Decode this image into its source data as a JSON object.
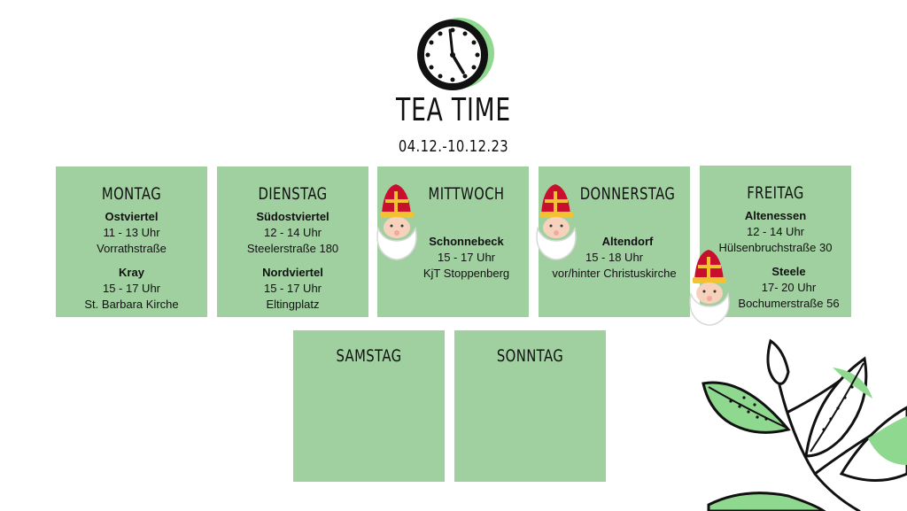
{
  "header": {
    "title": "TEA TIME",
    "date_range": "04.12.-10.12.23",
    "clock_icon": "clock-icon"
  },
  "colors": {
    "card_bg": "#a0d0a0",
    "santa_red": "#c8102e",
    "accent_green": "#6fcf6f"
  },
  "days": {
    "monday": {
      "label": "MONTAG",
      "entries": [
        {
          "place": "Ostviertel",
          "time": "11 - 13 Uhr",
          "address": "Vorrathstraße"
        },
        {
          "place": "Kray",
          "time": "15 - 17 Uhr",
          "address": "St. Barbara Kirche"
        }
      ]
    },
    "tuesday": {
      "label": "DIENSTAG",
      "entries": [
        {
          "place": "Südostviertel",
          "time": "12 - 14 Uhr",
          "address": "Steelerstraße 180"
        },
        {
          "place": "Nordviertel",
          "time": "15 - 17 Uhr",
          "address": "Eltingplatz"
        }
      ]
    },
    "wednesday": {
      "label": "MITTWOCH",
      "entries": [
        {
          "place": "Schonnebeck",
          "time": "15 - 17 Uhr",
          "address": "KjT Stoppenberg"
        }
      ]
    },
    "thursday": {
      "label": "DONNERSTAG",
      "entries": [
        {
          "place": "Altendorf",
          "time": "15 - 18 Uhr",
          "address": "vor/hinter Christuskirche"
        }
      ]
    },
    "friday": {
      "label": "FREITAG",
      "entries": [
        {
          "place": "Altenessen",
          "time": "12 - 14 Uhr",
          "address": "Hülsenbruchstraße 30"
        },
        {
          "place": "Steele",
          "time": "17- 20 Uhr",
          "address": "Bochumerstraße 56"
        }
      ]
    },
    "saturday": {
      "label": "SAMSTAG"
    },
    "sunday": {
      "label": "SONNTAG"
    }
  }
}
